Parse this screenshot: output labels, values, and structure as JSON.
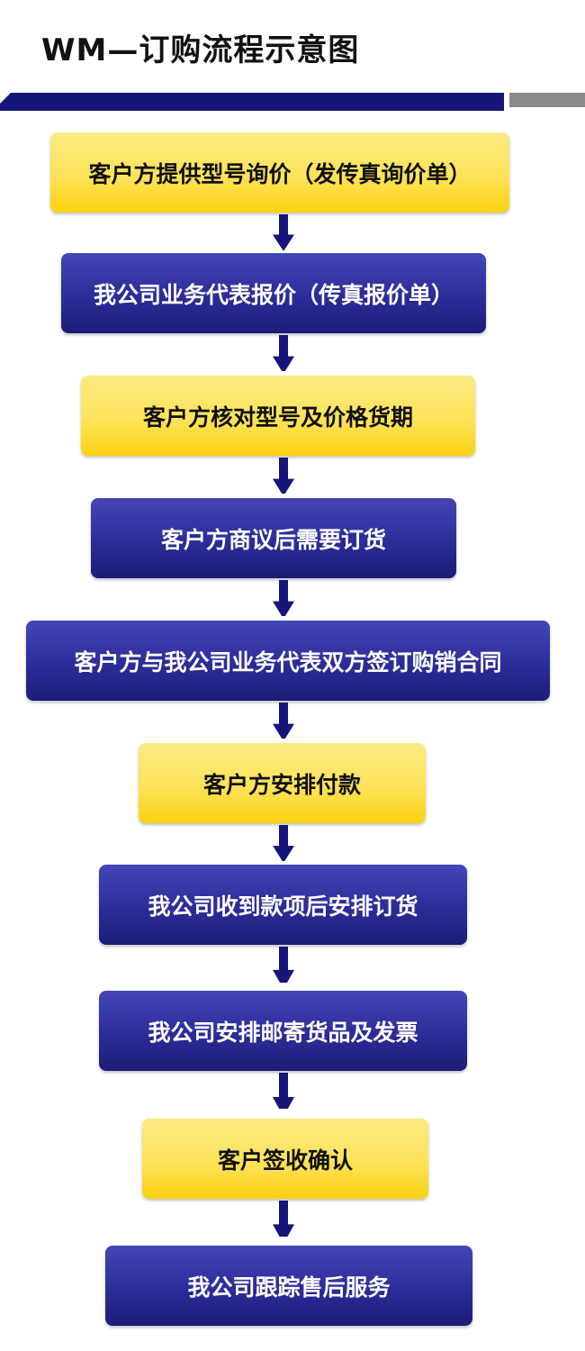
{
  "title": "WM—订购流程示意图",
  "steps": [
    {
      "label": "客户方提供型号询价（发传真询价单）",
      "style": "yellow"
    },
    {
      "label": "我公司业务代表报价（传真报价单）",
      "style": "blue"
    },
    {
      "label": "客户方核对型号及价格货期",
      "style": "yellow"
    },
    {
      "label": "客户方商议后需要订货",
      "style": "blue"
    },
    {
      "label": "客户方与我公司业务代表双方签订购销合同",
      "style": "blue"
    },
    {
      "label": "客户方安排付款",
      "style": "yellow"
    },
    {
      "label": "我公司收到款项后安排订货",
      "style": "blue"
    },
    {
      "label": "我公司安排邮寄货品及发票",
      "style": "blue"
    },
    {
      "label": "客户签收确认",
      "style": "yellow"
    },
    {
      "label": "我公司跟踪售后服务",
      "style": "blue"
    }
  ],
  "colors": {
    "blue": "#2c2c98",
    "yellow": "#fde35a",
    "arrow": "#16167a"
  }
}
